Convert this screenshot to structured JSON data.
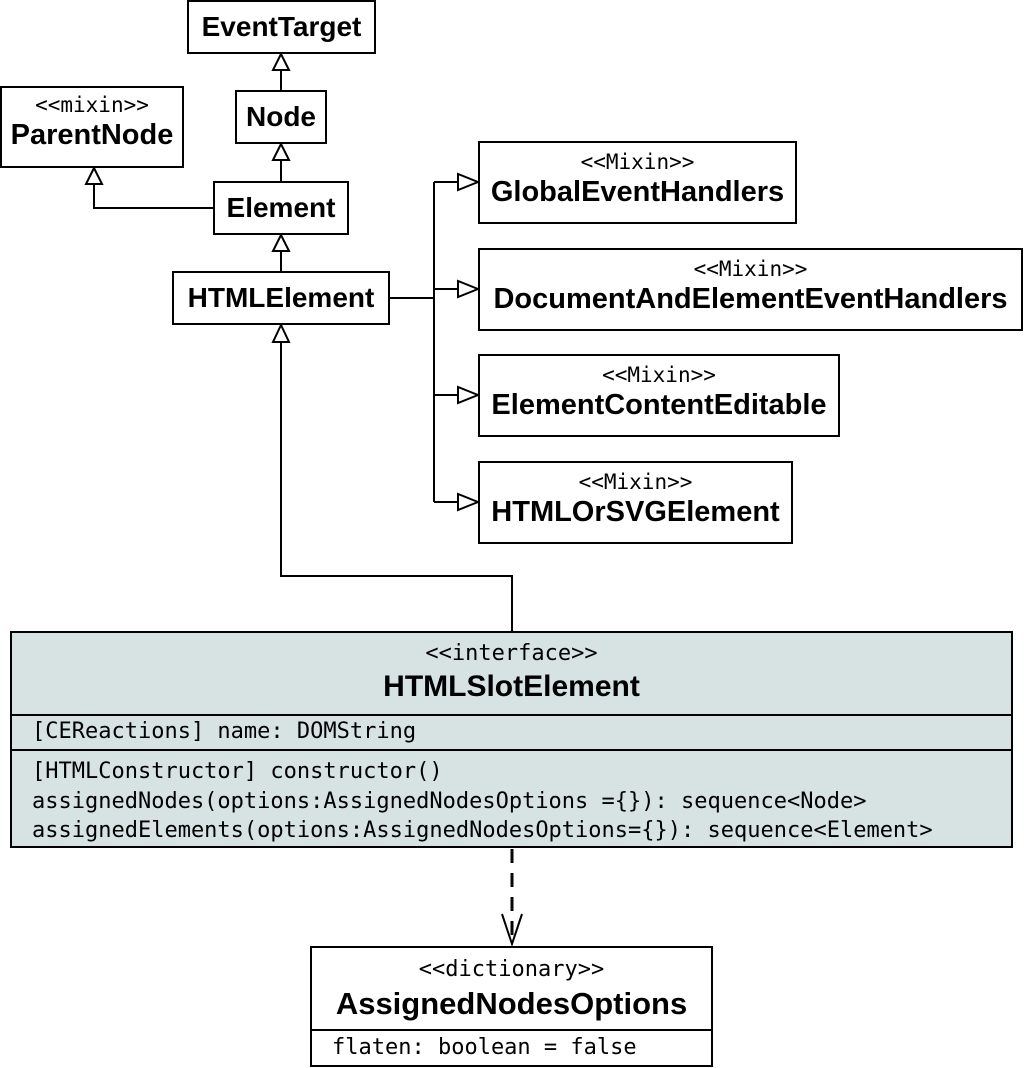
{
  "diagram": {
    "event_target": {
      "name": "EventTarget"
    },
    "node": {
      "name": "Node"
    },
    "element": {
      "name": "Element"
    },
    "html_element": {
      "name": "HTMLElement"
    },
    "parent_node": {
      "stereotype": "<<mixin>>",
      "name": "ParentNode"
    },
    "mixins": [
      {
        "stereotype": "<<Mixin>>",
        "name": "GlobalEventHandlers"
      },
      {
        "stereotype": "<<Mixin>>",
        "name": "DocumentAndElementEventHandlers"
      },
      {
        "stereotype": "<<Mixin>>",
        "name": "ElementContentEditable"
      },
      {
        "stereotype": "<<Mixin>>",
        "name": "HTMLOrSVGElement"
      }
    ],
    "html_slot_element": {
      "stereotype": "<<interface>>",
      "name": "HTMLSlotElement",
      "attributes": [
        "[CEReactions] name: DOMString"
      ],
      "operations": [
        "[HTMLConstructor] constructor()",
        "assignedNodes(options:AssignedNodesOptions ={}): sequence<Node>",
        "assignedElements(options:AssignedNodesOptions={}): sequence<Element>"
      ]
    },
    "assigned_nodes_options": {
      "stereotype": "<<dictionary>>",
      "name": "AssignedNodesOptions",
      "attributes": [
        "flaten: boolean = false"
      ]
    }
  }
}
